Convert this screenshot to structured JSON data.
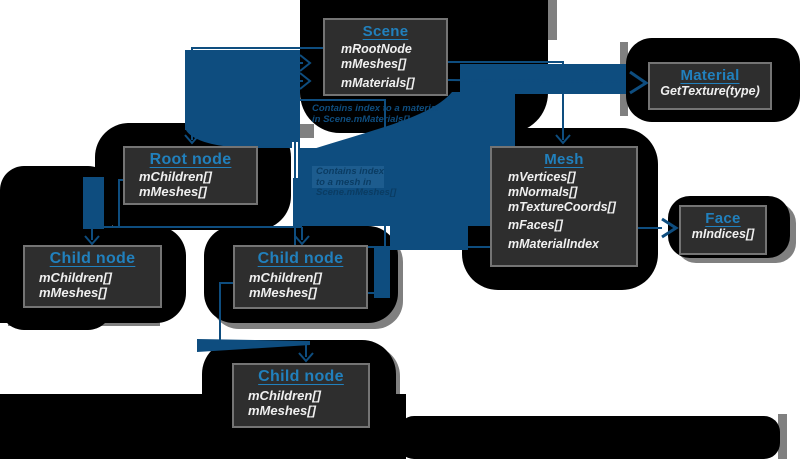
{
  "diagram": {
    "boxes": {
      "scene": {
        "title": "Scene",
        "members": [
          "mRootNode",
          "mMeshes[]",
          "mMaterials[]"
        ]
      },
      "material": {
        "title": "Material",
        "members": [
          "GetTexture(type)"
        ]
      },
      "mesh": {
        "title": "Mesh",
        "members": [
          "mVertices[]",
          "mNormals[]",
          "mTextureCoords[]",
          "mFaces[]",
          "mMaterialIndex"
        ]
      },
      "face": {
        "title": "Face",
        "members": [
          "mIndices[]"
        ]
      },
      "root_node": {
        "title": "Root node",
        "members": [
          "mChildren[]",
          "mMeshes[]"
        ]
      },
      "child_node_left": {
        "title": "Child node",
        "members": [
          "mChildren[]",
          "mMeshes[]"
        ]
      },
      "child_node_middle": {
        "title": "Child node",
        "members": [
          "mChildren[]",
          "mMeshes[]"
        ]
      },
      "child_node_bottom": {
        "title": "Child node",
        "members": [
          "mChildren[]",
          "mMeshes[]"
        ]
      }
    },
    "annotations": {
      "material_index_note": {
        "line1": "Contains index to a material",
        "line2": "in Scene.mMaterials[]"
      },
      "mesh_index_note": {
        "line1": "Contains index",
        "line2": "to a mesh in",
        "line3": "Scene.mMeshes[]"
      }
    },
    "colors": {
      "title_blue": "#2180bd",
      "connector_blue": "#0e4d7f",
      "box_background": "#2e2e2e",
      "box_border": "#747474",
      "blob_black": "#000000",
      "shadow_gray": "#808080",
      "member_text": "#efefef"
    }
  }
}
